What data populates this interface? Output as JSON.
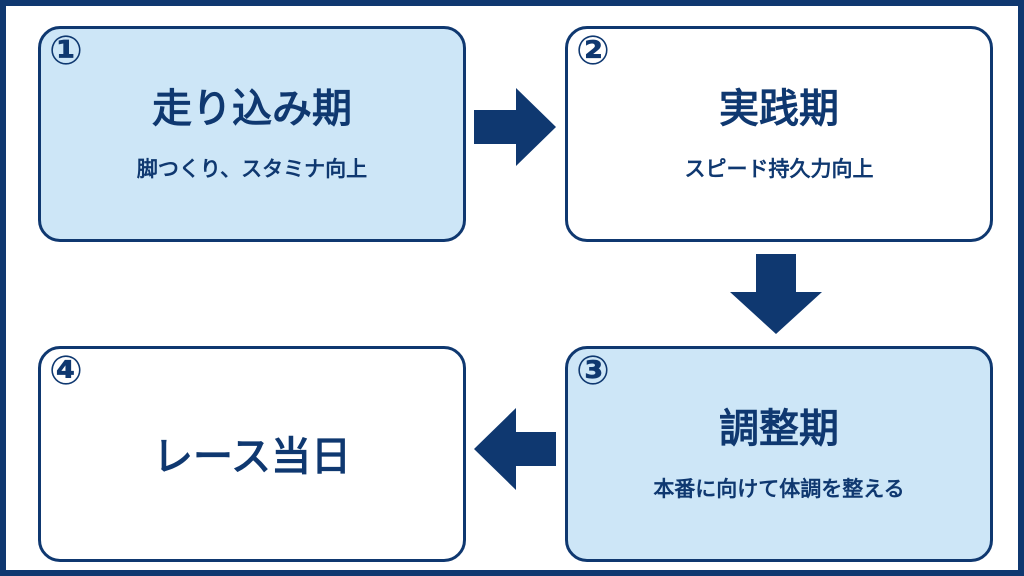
{
  "colors": {
    "primary": "#0f3870",
    "highlight": "#cde6f7",
    "white": "#ffffff"
  },
  "steps": [
    {
      "num": "①",
      "title": "走り込み期",
      "subtitle": "脚つくり、スタミナ向上",
      "highlighted": true
    },
    {
      "num": "②",
      "title": "実践期",
      "subtitle": "スピード持久力向上",
      "highlighted": false
    },
    {
      "num": "③",
      "title": "調整期",
      "subtitle": "本番に向けて体調を整える",
      "highlighted": true
    },
    {
      "num": "④",
      "title": "レース当日",
      "subtitle": "",
      "highlighted": false
    }
  ],
  "arrows": [
    {
      "direction": "right",
      "from": 1,
      "to": 2
    },
    {
      "direction": "down",
      "from": 2,
      "to": 3
    },
    {
      "direction": "left",
      "from": 3,
      "to": 4
    }
  ]
}
